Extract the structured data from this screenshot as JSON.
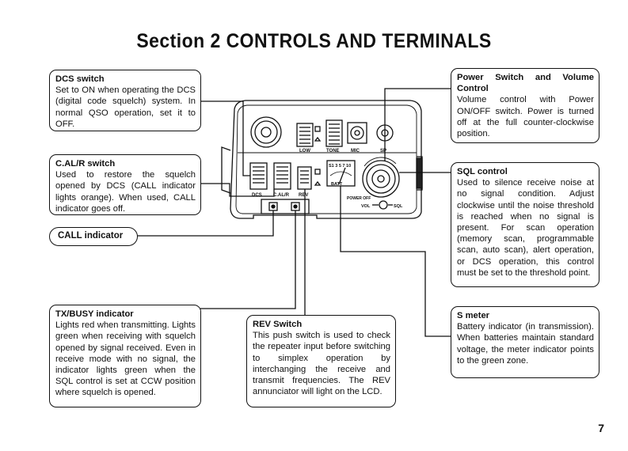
{
  "title": "Section 2  CONTROLS AND TERMINALS",
  "page_number": "7",
  "device_labels": {
    "low": "LOW",
    "tone": "TONE",
    "mic": "MIC",
    "sp": "SP",
    "dcs": "DCS",
    "calr": "C.AL/R",
    "rev": "REV",
    "batt": "BATT",
    "meter_scale": "S1  3  5  7  10",
    "power_off": "POWER OFF",
    "vol": "VOL",
    "sql": "SQL"
  },
  "boxes": {
    "dcs": {
      "heading": "DCS switch",
      "text": "Set to ON when operating the DCS (digital code squelch) system. In normal QSO operation, set it to OFF."
    },
    "calr": {
      "heading": "C.AL/R switch",
      "text": "Used to restore the squelch opened by DCS (CALL indicator lights orange). When used, CALL indicator goes off."
    },
    "call": {
      "heading": "CALL indicator"
    },
    "txbusy": {
      "heading": "TX/BUSY indicator",
      "text": "Lights red when transmitting. Lights green when receiving with squelch opened by signal received. Even in receive mode with no signal, the indicator lights green when the SQL control is set at CCW position where squelch is opened."
    },
    "rev": {
      "heading": "REV Switch",
      "text": "This push switch is used to check the repeater input before switching to simplex operation by interchanging the receive and transmit frequencies. The REV annunciator will light on the LCD."
    },
    "power": {
      "heading": "Power Switch and Volume Control",
      "text": "Volume control with Power ON/OFF switch. Power is turned off at the full counter-clockwise position."
    },
    "sql": {
      "heading": "SQL control",
      "text": "Used to silence receive noise at no signal condition. Adjust clockwise until the noise threshold is reached when no signal is present. For scan operation (memory scan, programmable scan, auto scan), alert operation, or DCS operation, this control must be set to the threshold point."
    },
    "smeter": {
      "heading": "S meter",
      "text": "Battery indicator (in transmission). When batteries maintain standard voltage, the meter indicator points to the green zone."
    }
  }
}
